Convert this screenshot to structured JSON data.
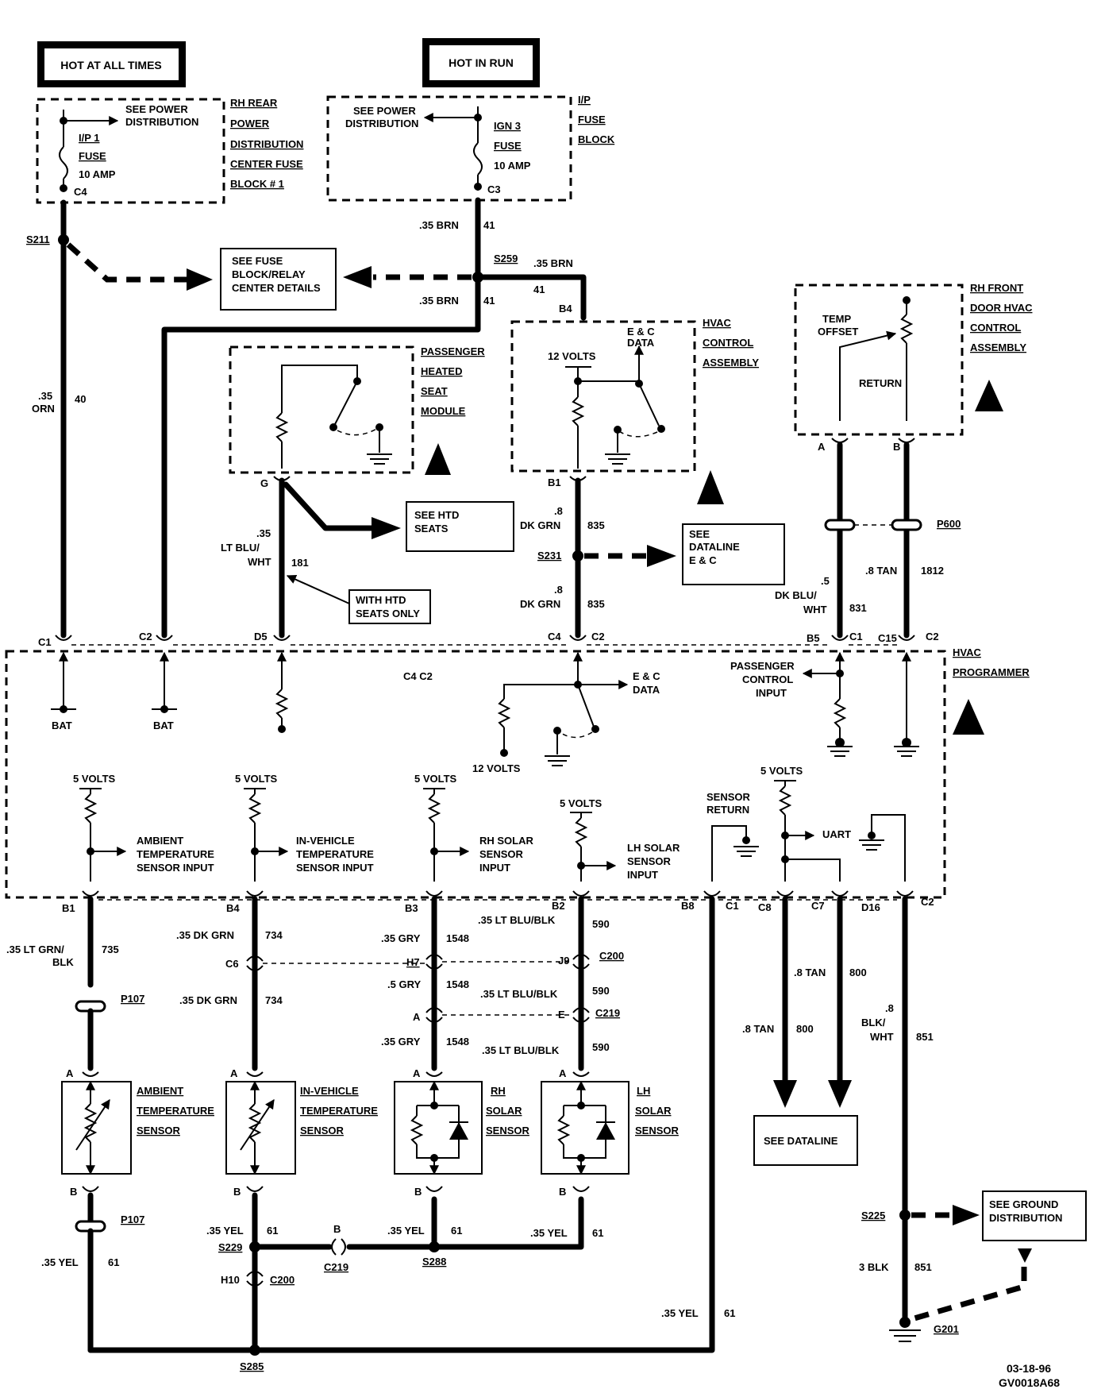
{
  "power": {
    "hot_at_all_times": "HOT AT ALL TIMES",
    "hot_in_run": "HOT IN RUN",
    "see_power_distribution": [
      "SEE POWER",
      "DISTRIBUTION"
    ],
    "rh_rear_block": [
      "RH REAR",
      "POWER",
      "DISTRIBUTION",
      "CENTER FUSE",
      "BLOCK # 1"
    ],
    "ip_fuse_block": [
      "I/P",
      "FUSE",
      "BLOCK"
    ],
    "fuse_ip1": [
      "I/P 1",
      "FUSE",
      "10 AMP"
    ],
    "fuse_ign3": [
      "IGN 3",
      "FUSE",
      "10 AMP"
    ],
    "c4": "C4",
    "c3": "C3"
  },
  "wires": {
    "w40": [
      ".35",
      "ORN",
      "40"
    ],
    "w41_top": [
      ".35 BRN",
      "41"
    ],
    "w41_mid": [
      ".35 BRN",
      "41"
    ],
    "w41_right": [
      ".35 BRN",
      "41"
    ],
    "w181": [
      ".35",
      "LT BLU/",
      "WHT",
      "181"
    ],
    "w835_top": [
      ".8",
      "DK GRN",
      "835"
    ],
    "w835_bot": [
      ".8",
      "DK GRN",
      "835"
    ],
    "w831": [
      ".5",
      "DK BLU/",
      "WHT",
      "831"
    ],
    "w1812": [
      ".8 TAN",
      "1812"
    ],
    "w735": [
      ".35 LT GRN/",
      "BLK",
      "735"
    ],
    "w734_top": [
      ".35 DK GRN",
      "734"
    ],
    "w734_bot": [
      ".35 DK GRN",
      "734"
    ],
    "w1548_a": [
      ".35 GRY",
      "1548"
    ],
    "w1548_b": [
      ".5 GRY",
      "1548"
    ],
    "w1548_c": [
      ".35 GRY",
      "1548"
    ],
    "w590_a": [
      ".35 LT BLU/BLK",
      "590"
    ],
    "w590_b": [
      ".35 LT BLU/BLK",
      "590"
    ],
    "w590_c": [
      ".35 LT BLU/BLK",
      "590"
    ],
    "w800_a": [
      ".8 TAN",
      "800"
    ],
    "w800_b": [
      ".8 TAN",
      "800"
    ],
    "w851_a": [
      ".8",
      "BLK/",
      "WHT",
      "851"
    ],
    "w851_b": [
      "3 BLK",
      "851"
    ],
    "w61_ambient": [
      ".35 YEL",
      "61"
    ],
    "w61_invehicle": [
      ".35 YEL",
      "61"
    ],
    "w61_rhsolar": [
      ".35 YEL",
      "61"
    ],
    "w61_lhsolar": [
      ".35 YEL",
      "61"
    ],
    "w61_right": [
      ".35 YEL",
      "61"
    ]
  },
  "splices": {
    "s211": "S211",
    "s259": "S259",
    "s231": "S231",
    "s229": "S229",
    "s288": "S288",
    "s285": "S285",
    "s225": "S225",
    "g201": "G201"
  },
  "connectors": {
    "p107_top": "P107",
    "p107_bot": "P107",
    "p600": "P600",
    "c6": "C6",
    "h7": "H7",
    "j9": "J9",
    "c200_top": "C200",
    "c200_bot": "C200",
    "h10": "H10",
    "a_mid": "A",
    "e_mid": "E",
    "c219_top": "C219",
    "c219_bot": "C219",
    "b_c219": "B"
  },
  "pins": {
    "b4_top": "B4",
    "g": "G",
    "b1_hvac": "B1",
    "a_rh": "A",
    "b_rh": "B",
    "prog_c1": "C1",
    "prog_c2a": "C2",
    "prog_d5": "D5",
    "prog_c4": "C4",
    "prog_c2b": "C2",
    "prog_b5": "B5",
    "prog_c1b": "C1",
    "prog_c15": "C15",
    "prog_c2c": "C2",
    "prog_b1": "B1",
    "prog_b4": "B4",
    "prog_b3": "B3",
    "prog_b2": "B2",
    "prog_b8": "B8",
    "prog_c1c": "C1",
    "prog_c8": "C8",
    "prog_c7": "C7",
    "prog_d16": "D16",
    "prog_c2d": "C2",
    "sens_a1": "A",
    "sens_b1": "B",
    "sens_a2": "A",
    "sens_b2": "B",
    "sens_a3": "A",
    "sens_b3": "B",
    "sens_a4": "A",
    "sens_b4": "B"
  },
  "boxes": {
    "fuse_relay": [
      "SEE FUSE",
      "BLOCK/RELAY",
      "CENTER DETAILS"
    ],
    "htd_seats": [
      "SEE HTD",
      "SEATS"
    ],
    "dataline_ec": [
      "SEE",
      "DATALINE",
      "E & C"
    ],
    "with_htd": [
      "WITH HTD",
      "SEATS ONLY"
    ],
    "see_dataline": "SEE DATALINE",
    "ground_dist": [
      "SEE GROUND",
      "DISTRIBUTION"
    ]
  },
  "modules": {
    "passenger_seat": [
      "PASSENGER",
      "HEATED",
      "SEAT",
      "MODULE"
    ],
    "hvac_control": [
      "HVAC",
      "CONTROL",
      "ASSEMBLY"
    ],
    "rh_front_door": [
      "RH FRONT",
      "DOOR HVAC",
      "CONTROL",
      "ASSEMBLY"
    ],
    "hvac_programmer": [
      "HVAC",
      "PROGRAMMER"
    ],
    "ec_data_top": [
      "E & C",
      "DATA"
    ],
    "twelve_volts_top": "12 VOLTS",
    "temp_offset": [
      "TEMP",
      "OFFSET"
    ],
    "return": "RETURN"
  },
  "programmer": {
    "bat1": "BAT",
    "bat2": "BAT",
    "c4c2": "C4 C2",
    "ec_data": [
      "E & C",
      "DATA"
    ],
    "twelve_volts": "12 VOLTS",
    "passenger_control": [
      "PASSENGER",
      "CONTROL",
      "INPUT"
    ],
    "v5_ambient": "5 VOLTS",
    "v5_invehicle": "5 VOLTS",
    "v5_rhsolar": "5 VOLTS",
    "v5_lhsolar": "5 VOLTS",
    "v5_uart": "5 VOLTS",
    "ambient_input": [
      "AMBIENT",
      "TEMPERATURE",
      "SENSOR INPUT"
    ],
    "invehicle_input": [
      "IN-VEHICLE",
      "TEMPERATURE",
      "SENSOR INPUT"
    ],
    "rhsolar_input": [
      "RH SOLAR",
      "SENSOR",
      "INPUT"
    ],
    "lhsolar_input": [
      "LH SOLAR",
      "SENSOR",
      "INPUT"
    ],
    "sensor_return": [
      "SENSOR",
      "RETURN"
    ],
    "uart": "UART"
  },
  "sensors": {
    "ambient": [
      "AMBIENT",
      "TEMPERATURE",
      "SENSOR"
    ],
    "invehicle": [
      "IN-VEHICLE",
      "TEMPERATURE",
      "SENSOR"
    ],
    "rhsolar": [
      "RH",
      "SOLAR",
      "SENSOR"
    ],
    "lhsolar": [
      "LH",
      "SOLAR",
      "SENSOR"
    ]
  },
  "footer": {
    "date": "03-18-96",
    "code": "GV0018A68"
  }
}
